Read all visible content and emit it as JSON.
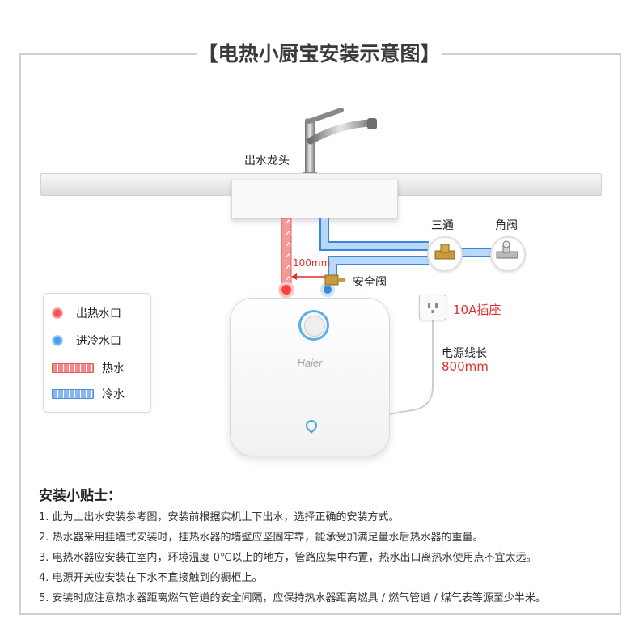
{
  "title": "【电热小厨宝安装示意图】",
  "labels": {
    "faucet": "出水龙头",
    "tee": "三通",
    "angle_valve": "角阀",
    "distance": "100mm",
    "safety_valve": "安全阀",
    "socket": "10A插座",
    "cord_length_label": "电源线长",
    "cord_length_value": "800mm",
    "brand": "Haier"
  },
  "legend": [
    {
      "icon": "hot-outlet-dot",
      "text": "出热水口"
    },
    {
      "icon": "cold-inlet-dot",
      "text": "进冷水口"
    },
    {
      "icon": "hot-water-pipe",
      "text": "热水"
    },
    {
      "icon": "cold-water-pipe",
      "text": "冷水"
    }
  ],
  "tips": {
    "title": "安装小贴士：",
    "items": [
      "1. 此为上出水安装参考图，安装前根据实机上下出水，选择正确的安装方式。",
      "2. 热水器采用挂墙式安装时，挂热水器的墙壁应坚固牢靠，能承受加满足量水后热水器的重量。",
      "3. 电热水器应安装在室内，环境温度 0℃以上的地方，管路应集中布置，热水出口离热水使用点不宜太远。",
      "4. 电源开关应安装在下水不直接触到的橱柜上。",
      "5. 安装时应注意热水器距离燃气管道的安全间隔，应保持热水器距离燃具 / 燃气管道 / 煤气表等源至少半米。"
    ]
  },
  "colors": {
    "hot": "#e83a3a",
    "cold": "#3b86de",
    "accent_text": "#e22d2d"
  }
}
